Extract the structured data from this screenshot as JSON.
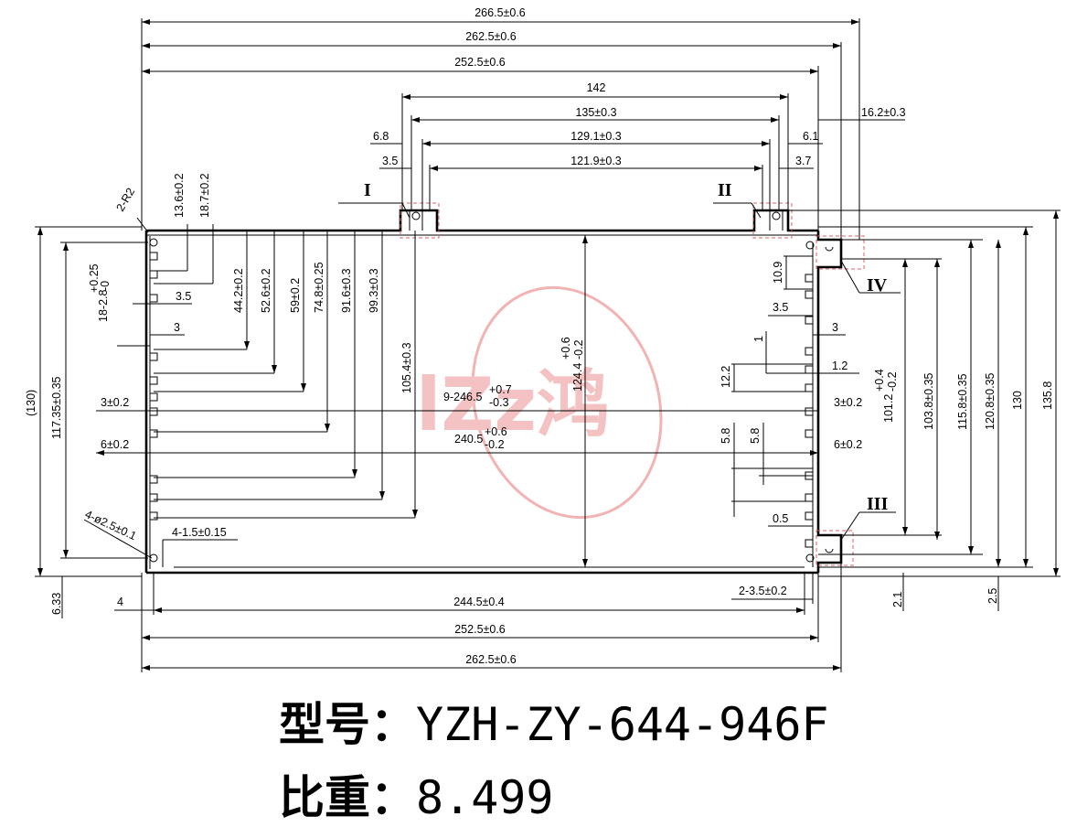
{
  "dimensions": {
    "top_widths": [
      "266.5±0.6",
      "262.5±0.6",
      "252.5±0.6",
      "142",
      "135±0.3",
      "129.1±0.3",
      "121.9±0.3"
    ],
    "top_small": [
      "6.8",
      "3.5",
      "6.1",
      "3.7",
      "16.2±0.3"
    ],
    "left_small": [
      "2-R2",
      "13.6±0.2",
      "18.7±0.2",
      "18-2.8",
      "+0.25",
      "-0",
      "3.5",
      "3"
    ],
    "left_heights": [
      "44.2±0.2",
      "52.6±0.2",
      "59±0.2",
      "74.8±0.25",
      "91.6±0.3",
      "99.3±0.3",
      "105.4±0.3"
    ],
    "center_height": "124.4",
    "center_height_tol": [
      "+0.6",
      "-0.2"
    ],
    "outer_left": [
      "(130)",
      "117.35±0.35"
    ],
    "left_side": [
      "3±0.2",
      "6±0.2",
      "4-ø2.5±0.1",
      "4-1.5±0.15"
    ],
    "center_widths": [
      "9-246.5",
      "+0.7",
      "-0.3",
      "240.5",
      "+0.6",
      "-0.2"
    ],
    "right_side": [
      "10.9",
      "3.5",
      "3",
      "1",
      "12.2",
      "1.2",
      "3±0.2",
      "6±0.2",
      "5.8",
      "5.8",
      "0.5"
    ],
    "right_heights": [
      "101.2",
      "+0.4",
      "-0.2",
      "103.8±0.35",
      "115.8±0.35",
      "120.8±0.35",
      "130",
      "135.8"
    ],
    "bottom": [
      "6.33",
      "4",
      "244.5±0.4",
      "2-3.5±0.2",
      "252.5±0.6",
      "262.5±0.6",
      "2.1",
      "2.5"
    ]
  },
  "detail_markers": [
    "I",
    "II",
    "III",
    "IV"
  ],
  "watermark": "lZz鸿",
  "info": {
    "model_label": "型号：",
    "model_value": "YZH-ZY-644-946F",
    "weight_label": "比重：",
    "weight_value": "8.499"
  }
}
